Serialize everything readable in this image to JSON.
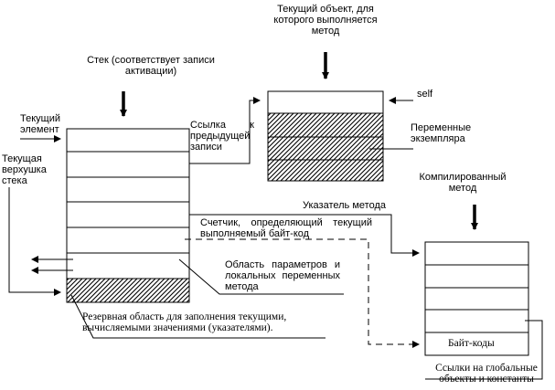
{
  "labels": {
    "current_object": [
      "Текущий объект, для",
      "которого выполняется",
      "метод"
    ],
    "stack": [
      "Стек (соответствует записи",
      "активации)"
    ],
    "current_element": [
      "Текущий",
      "элемент"
    ],
    "stack_top": [
      "Текущая",
      "верхушка",
      "стека"
    ],
    "prev_record_link": [
      "Ссылка к",
      "предыдущей",
      "записи"
    ],
    "self": "self",
    "instance_vars": [
      "Переменные",
      "экземпляра"
    ],
    "compiled_method": [
      "Компилированный",
      "метод"
    ],
    "method_pointer": "Указатель метода",
    "bytecode_counter": [
      "Счетчик, определяющий текущий",
      "выполняемый байт-код"
    ],
    "params_area": [
      "Область параметров и",
      "локальных переменных",
      "метода"
    ],
    "reserve_area": [
      "Резервная область для заполнения текущими,",
      "вычисляемыми значениями (указателями)."
    ],
    "bytecodes": "Байт-коды",
    "global_refs": [
      "Ссылки на глобальные",
      "объекты и константы"
    ]
  }
}
